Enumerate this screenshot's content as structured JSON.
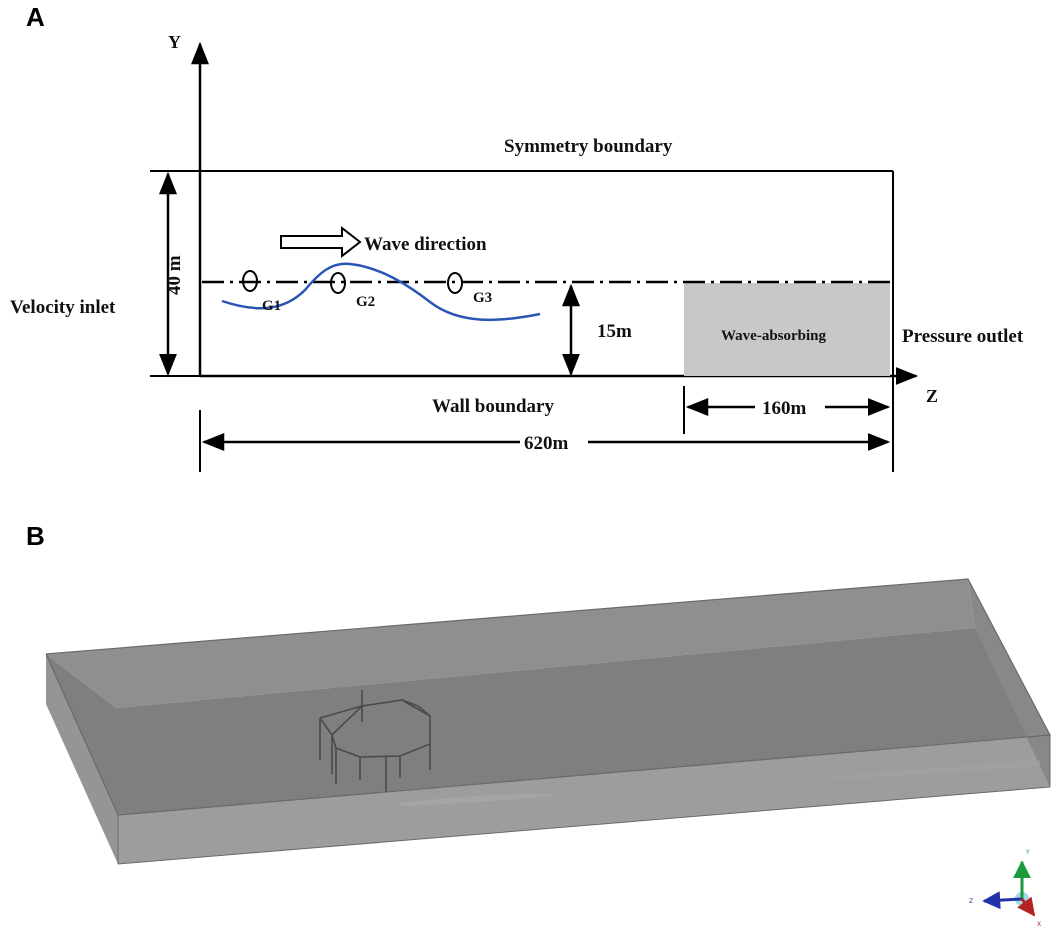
{
  "panel_a": {
    "letter": "A",
    "axis_y": "Y",
    "axis_z": "Z",
    "top_boundary": "Symmetry boundary",
    "bottom_boundary": "Wall boundary",
    "left_boundary": "Velocity inlet",
    "right_boundary": "Pressure outlet",
    "wave_direction": "Wave direction",
    "height_total": "40 m",
    "water_depth": "15m",
    "absorbing_zone": "Wave-absorbing",
    "absorbing_length": "160m",
    "domain_length": "620m",
    "gauges": [
      "G1",
      "G2",
      "G3"
    ]
  },
  "panel_b": {
    "letter": "B"
  },
  "triad": {
    "y": "Y",
    "z": "Z",
    "x": "X"
  },
  "colors": {
    "wave_line": "#2a55b5",
    "absorbing_fill": "#c8c8c8",
    "box_top": "#8a8a8a",
    "box_front": "#9b9b9b",
    "box_side": "#7c7c7c"
  }
}
